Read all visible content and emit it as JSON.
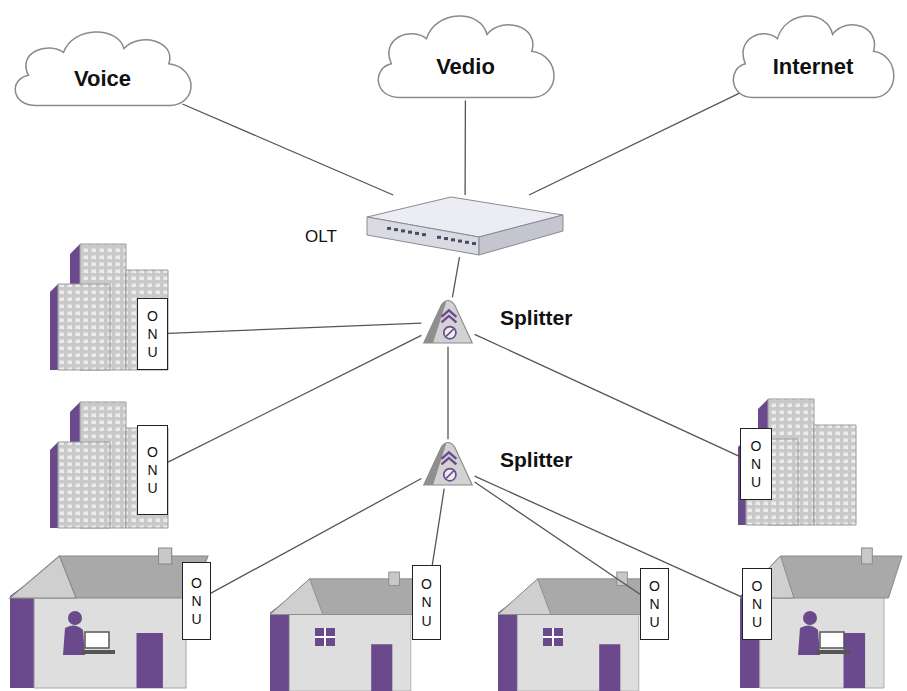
{
  "diagram": {
    "nodes": [
      {
        "text": [
          "Voice"
        ]
      },
      {
        "text": [
          "Vedio"
        ]
      },
      {
        "text": [
          "Internet"
        ]
      },
      {
        "text": [
          "OLT"
        ]
      },
      {
        "text": [
          "Splitter"
        ]
      },
      {
        "text": [
          "O N U"
        ]
      },
      {
        "text": [
          "O N U"
        ]
      },
      {
        "text": [
          "Splitter"
        ]
      },
      {
        "text": [
          "O N U"
        ]
      },
      {
        "text": [
          "O N U"
        ]
      },
      {
        "text": [
          "O N U"
        ]
      },
      {
        "text": [
          "O N U"
        ]
      },
      {
        "text": [
          "O N U"
        ]
      }
    ],
    "edges": [
      {
        "from": 0,
        "to": 3,
        "arrow": "none"
      },
      {
        "from": 1,
        "to": 3,
        "arrow": "none"
      },
      {
        "from": 2,
        "to": 3,
        "arrow": "none"
      },
      {
        "from": 3,
        "to": 4,
        "arrow": "none"
      },
      {
        "from": 4,
        "to": 5,
        "arrow": "none"
      },
      {
        "from": 4,
        "to": 6,
        "arrow": "none"
      },
      {
        "from": 4,
        "to": 7,
        "arrow": "none"
      },
      {
        "from": 4,
        "to": 8,
        "arrow": "none"
      },
      {
        "from": 7,
        "to": 9,
        "arrow": "none"
      },
      {
        "from": 7,
        "to": 10,
        "arrow": "none"
      },
      {
        "from": 7,
        "to": 11,
        "arrow": "none"
      },
      {
        "from": 7,
        "to": 12,
        "arrow": "none"
      }
    ]
  }
}
